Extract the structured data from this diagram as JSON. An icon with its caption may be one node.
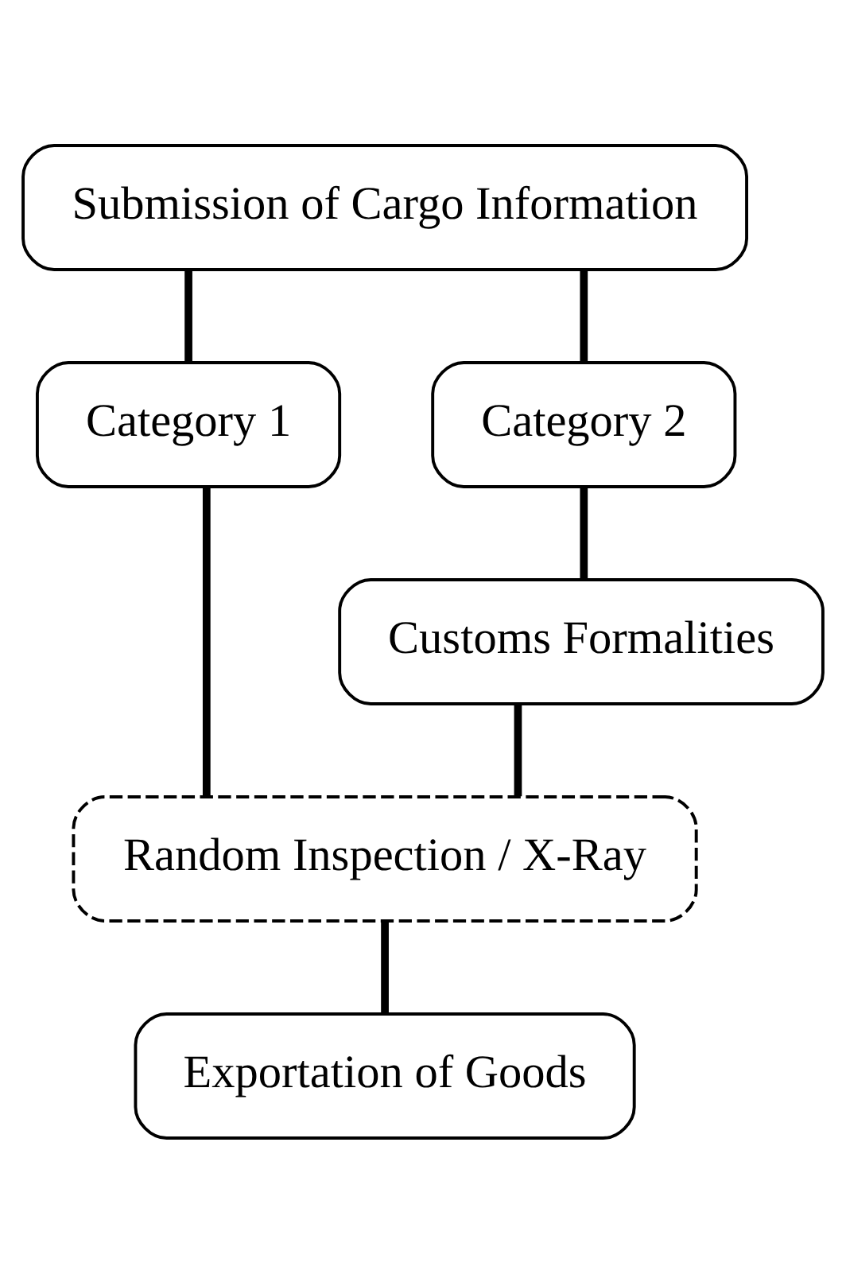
{
  "diagram": {
    "nodes": [
      {
        "text": [
          "Submission of Cargo Information"
        ]
      },
      {
        "text": [
          "Category 1"
        ]
      },
      {
        "text": [
          "Category 2"
        ]
      },
      {
        "text": [
          "Customs Formalities"
        ]
      },
      {
        "text": [
          "Random Inspection / X-Ray"
        ]
      },
      {
        "text": [
          "Exportation of Goods"
        ]
      }
    ],
    "edges": [
      {
        "from": 0,
        "to": 1,
        "arrow": "none"
      },
      {
        "from": 0,
        "to": 2,
        "arrow": "none"
      },
      {
        "from": 1,
        "to": 4,
        "arrow": "none"
      },
      {
        "from": 2,
        "to": 3,
        "arrow": "none"
      },
      {
        "from": 3,
        "to": 4,
        "arrow": "none"
      },
      {
        "from": 4,
        "to": 5,
        "arrow": "none"
      }
    ]
  }
}
